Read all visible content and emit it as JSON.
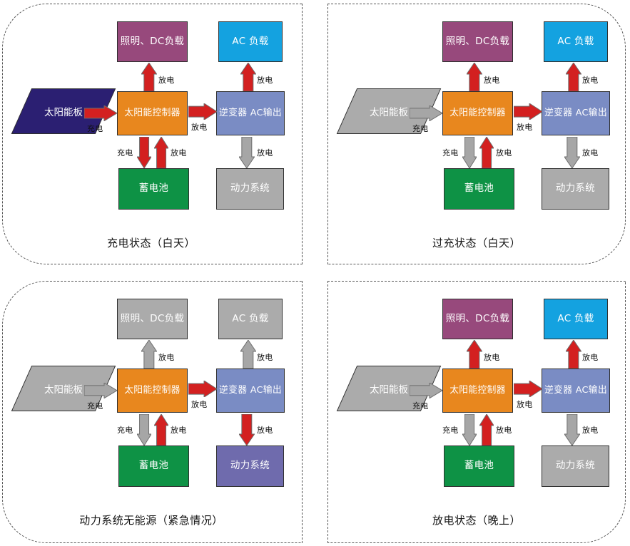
{
  "diagram": {
    "title_hidden": "",
    "colors": {
      "dc_load": "#97497c",
      "ac_load": "#14a2e0",
      "controller": "#e8871e",
      "inverter": "#7a8cc4",
      "battery": "#0e9245",
      "power_system": "#6f6bad",
      "inactive_grey": "#ababab",
      "solar_active": "#2b1f72",
      "arrow_active": "#d32020",
      "arrow_inactive": "#a6a6a6",
      "panel_border": "#555555"
    },
    "labels": {
      "solar_panel": "太阳能板",
      "controller": "太阳能控制器",
      "dc_load": "照明、DC负载",
      "ac_load": "AC 负载",
      "inverter": "逆变器 AC输出",
      "battery": "蓄电池",
      "power_system": "动力系统",
      "charge": "充电",
      "discharge": "放电"
    },
    "panels": [
      {
        "id": "charging-day",
        "caption": "充电状态（白天）",
        "nodes": {
          "solar_panel": {
            "label": "太阳能板",
            "state": "active",
            "color": "#2b1f72"
          },
          "controller": {
            "label": "太阳能控制器",
            "state": "active",
            "color": "#e8871e"
          },
          "dc_load": {
            "label": "照明、DC负载",
            "state": "active",
            "color": "#97497c"
          },
          "ac_load": {
            "label": "AC 负载",
            "state": "active",
            "color": "#14a2e0"
          },
          "inverter": {
            "label": "逆变器 AC输出",
            "state": "active",
            "color": "#7a8cc4"
          },
          "battery": {
            "label": "蓄电池",
            "state": "active",
            "color": "#0e9245"
          },
          "power_system": {
            "label": "动力系统",
            "state": "inactive",
            "color": "#ababab"
          }
        },
        "arrows": {
          "solar_to_controller": {
            "label": "充电",
            "state": "active"
          },
          "controller_to_dc": {
            "label": "放电",
            "state": "active"
          },
          "controller_to_inv": {
            "label": "放电",
            "state": "active"
          },
          "inv_to_ac": {
            "label": "放电",
            "state": "active"
          },
          "controller_to_batt": {
            "label": "充电",
            "state": "active"
          },
          "batt_to_controller": {
            "label": "放电",
            "state": "active"
          },
          "inv_to_power": {
            "label": "放电",
            "state": "inactive"
          }
        }
      },
      {
        "id": "overcharge-day",
        "caption": "过充状态（白天）",
        "nodes": {
          "solar_panel": {
            "label": "太阳能板",
            "state": "inactive",
            "color": "#ababab"
          },
          "controller": {
            "label": "太阳能控制器",
            "state": "active",
            "color": "#e8871e"
          },
          "dc_load": {
            "label": "照明、DC负载",
            "state": "active",
            "color": "#97497c"
          },
          "ac_load": {
            "label": "AC 负载",
            "state": "active",
            "color": "#14a2e0"
          },
          "inverter": {
            "label": "逆变器 AC输出",
            "state": "active",
            "color": "#7a8cc4"
          },
          "battery": {
            "label": "蓄电池",
            "state": "active",
            "color": "#0e9245"
          },
          "power_system": {
            "label": "动力系统",
            "state": "inactive",
            "color": "#ababab"
          }
        },
        "arrows": {
          "solar_to_controller": {
            "label": "充电",
            "state": "inactive"
          },
          "controller_to_dc": {
            "label": "放电",
            "state": "active"
          },
          "controller_to_inv": {
            "label": "放电",
            "state": "active"
          },
          "inv_to_ac": {
            "label": "放电",
            "state": "active"
          },
          "controller_to_batt": {
            "label": "充电",
            "state": "inactive"
          },
          "batt_to_controller": {
            "label": "放电",
            "state": "active"
          },
          "inv_to_power": {
            "label": "放电",
            "state": "inactive"
          }
        }
      },
      {
        "id": "power-system-no-energy",
        "caption": "动力系统无能源（紧急情况）",
        "nodes": {
          "solar_panel": {
            "label": "太阳能板",
            "state": "inactive",
            "color": "#ababab"
          },
          "controller": {
            "label": "太阳能控制器",
            "state": "active",
            "color": "#e8871e"
          },
          "dc_load": {
            "label": "照明、DC负载",
            "state": "inactive",
            "color": "#ababab"
          },
          "ac_load": {
            "label": "AC 负载",
            "state": "inactive",
            "color": "#ababab"
          },
          "inverter": {
            "label": "逆变器 AC输出",
            "state": "active",
            "color": "#7a8cc4"
          },
          "battery": {
            "label": "蓄电池",
            "state": "active",
            "color": "#0e9245"
          },
          "power_system": {
            "label": "动力系统",
            "state": "active",
            "color": "#6f6bad"
          }
        },
        "arrows": {
          "solar_to_controller": {
            "label": "充电",
            "state": "inactive"
          },
          "controller_to_dc": {
            "label": "放电",
            "state": "inactive"
          },
          "controller_to_inv": {
            "label": "放电",
            "state": "active"
          },
          "inv_to_ac": {
            "label": "放电",
            "state": "inactive"
          },
          "controller_to_batt": {
            "label": "充电",
            "state": "inactive"
          },
          "batt_to_controller": {
            "label": "放电",
            "state": "active"
          },
          "inv_to_power": {
            "label": "放电",
            "state": "active"
          }
        }
      },
      {
        "id": "discharging-night",
        "caption": "放电状态（晚上）",
        "nodes": {
          "solar_panel": {
            "label": "太阳能板",
            "state": "inactive",
            "color": "#ababab"
          },
          "controller": {
            "label": "太阳能控制器",
            "state": "active",
            "color": "#e8871e"
          },
          "dc_load": {
            "label": "照明、DC负载",
            "state": "active",
            "color": "#97497c"
          },
          "ac_load": {
            "label": "AC 负载",
            "state": "active",
            "color": "#14a2e0"
          },
          "inverter": {
            "label": "逆变器 AC输出",
            "state": "active",
            "color": "#7a8cc4"
          },
          "battery": {
            "label": "蓄电池",
            "state": "active",
            "color": "#0e9245"
          },
          "power_system": {
            "label": "动力系统",
            "state": "inactive",
            "color": "#ababab"
          }
        },
        "arrows": {
          "solar_to_controller": {
            "label": "充电",
            "state": "inactive"
          },
          "controller_to_dc": {
            "label": "放电",
            "state": "active"
          },
          "controller_to_inv": {
            "label": "放电",
            "state": "active"
          },
          "inv_to_ac": {
            "label": "放电",
            "state": "active"
          },
          "controller_to_batt": {
            "label": "充电",
            "state": "inactive"
          },
          "batt_to_controller": {
            "label": "放电",
            "state": "active"
          },
          "inv_to_power": {
            "label": "放电",
            "state": "inactive"
          }
        }
      }
    ]
  }
}
